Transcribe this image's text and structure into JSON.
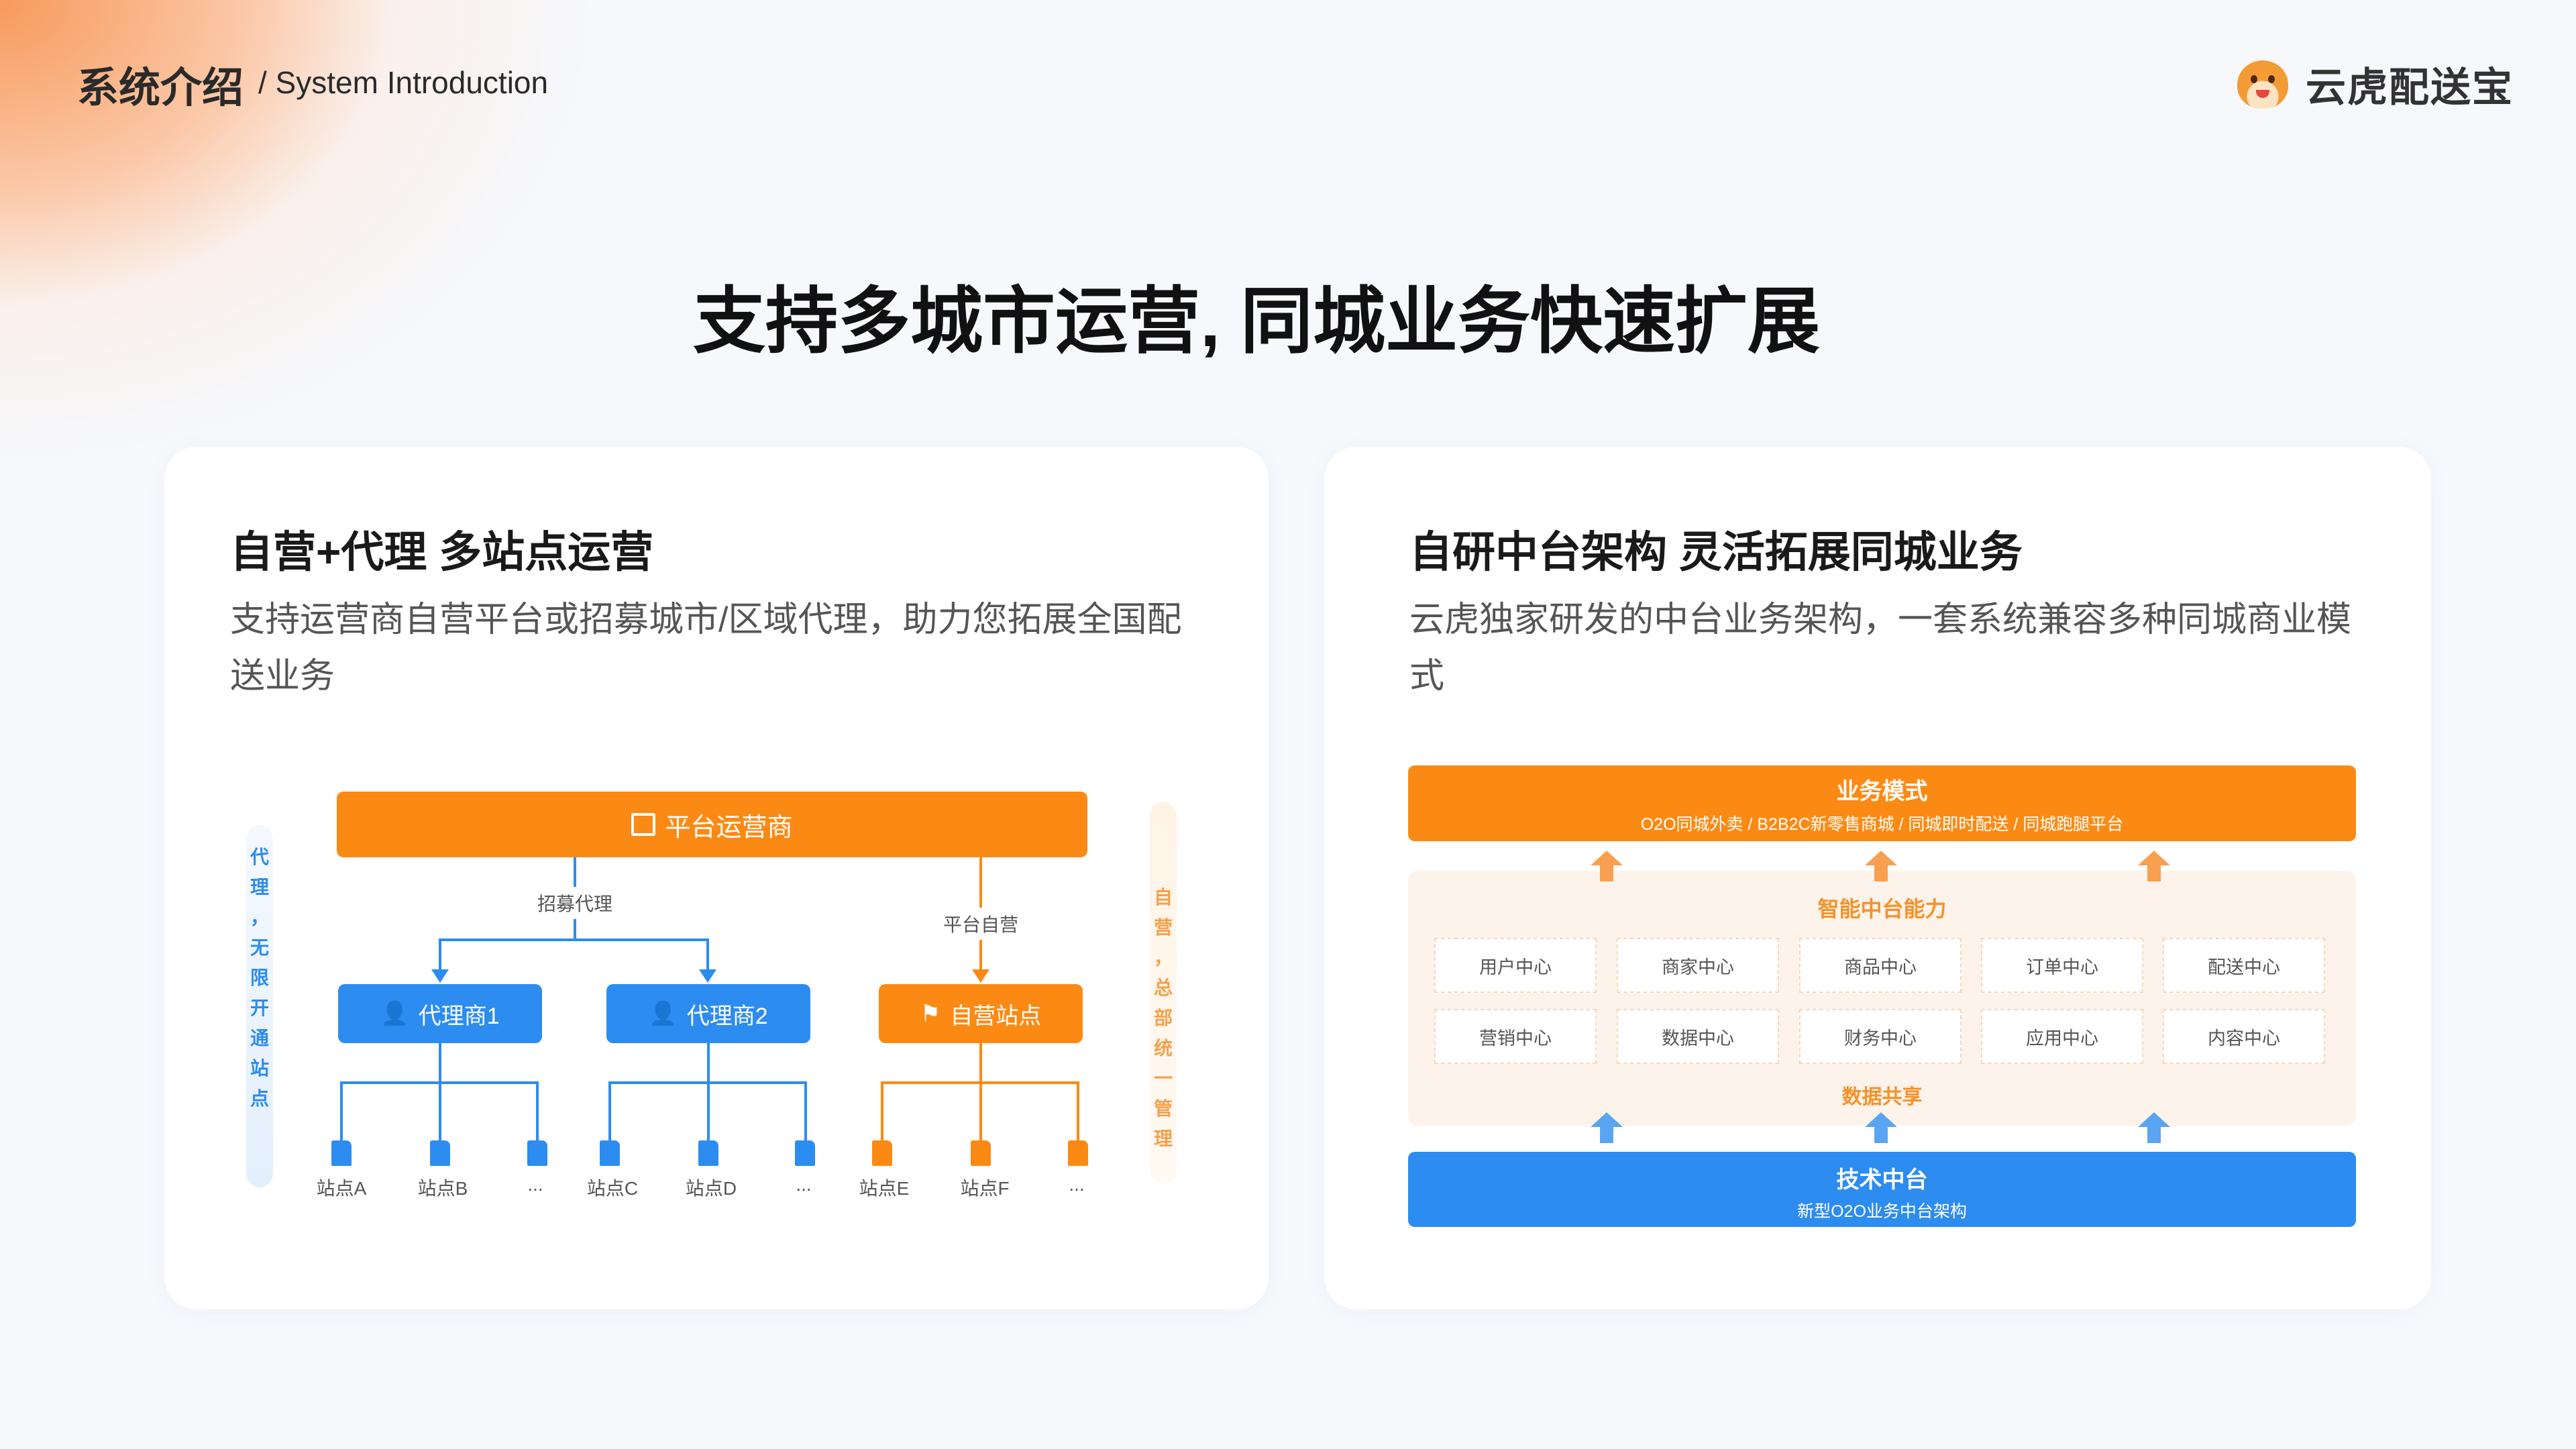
{
  "header": {
    "title_cn": "系统介绍",
    "title_en": "/ System Introduction",
    "brand": "云虎配送宝"
  },
  "main_title": "支持多城市运营, 同城业务快速扩展",
  "left_card": {
    "title": "自营+代理 多站点运营",
    "desc": "支持运营商自营平台或招募城市/区域代理，助力您拓展全国配送业务",
    "diagram": {
      "platform": "平台运营商",
      "recruit_label": "招募代理",
      "self_label": "平台自营",
      "agent1": "代理商1",
      "agent2": "代理商2",
      "self_site": "自营站点",
      "left_note": [
        "代",
        "理",
        "，",
        "无",
        "限",
        "开",
        "通",
        "站",
        "点"
      ],
      "right_note": [
        "自",
        "营",
        "，",
        "总",
        "部",
        "统",
        "一",
        "管",
        "理"
      ],
      "stations": [
        "站点A",
        "站点B",
        "...",
        "站点C",
        "站点D",
        "...",
        "站点E",
        "站点F",
        "..."
      ]
    }
  },
  "right_card": {
    "title": "自研中台架构 灵活拓展同城业务",
    "desc": "云虎独家研发的中台业务架构，一套系统兼容多种同城商业模式",
    "diagram": {
      "biz_title": "业务模式",
      "biz_sub": "O2O同城外卖 / B2B2C新零售商城 / 同城即时配送 / 同城跑腿平台",
      "mid_title": "智能中台能力",
      "centers": [
        "用户中心",
        "商家中心",
        "商品中心",
        "订单中心",
        "配送中心",
        "营销中心",
        "数据中心",
        "财务中心",
        "应用中心",
        "内容中心"
      ],
      "share": "数据共享",
      "tech_title": "技术中台",
      "tech_sub": "新型O2O业务中台架构"
    }
  },
  "colors": {
    "orange": "#fb8a14",
    "blue": "#2d8cf0"
  }
}
